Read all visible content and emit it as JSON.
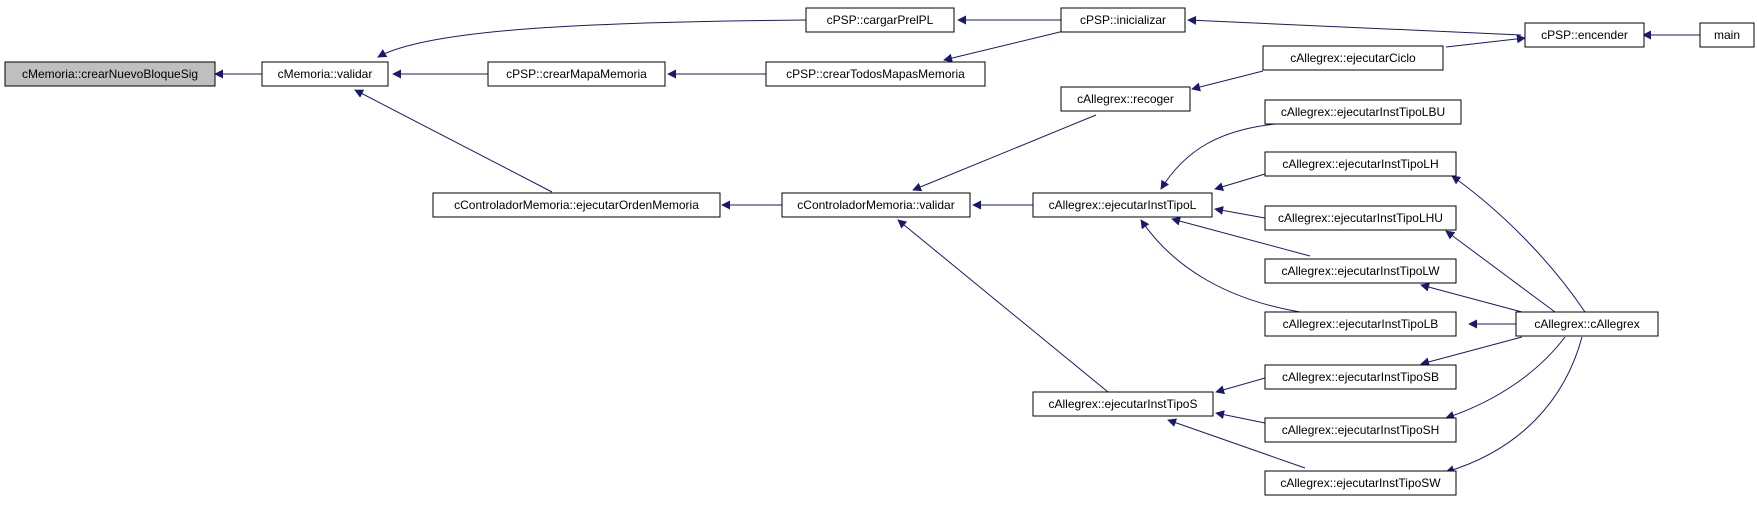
{
  "graph": {
    "arrow_color": "#191970",
    "root_fill": "#bfbfbf",
    "nodes": {
      "crearNuevoBloqueSig": "cMemoria::crearNuevoBloqueSig",
      "memValidar": "cMemoria::validar",
      "cargarPrelPL": "cPSP::cargarPrelPL",
      "inicializar": "cPSP::inicializar",
      "encender": "cPSP::encender",
      "main": "main",
      "crearMapaMemoria": "cPSP::crearMapaMemoria",
      "crearTodosMapasMemoria": "cPSP::crearTodosMapasMemoria",
      "ejecutarCiclo": "cAllegrex::ejecutarCiclo",
      "recoger": "cAllegrex::recoger",
      "ejecutarOrdenMemoria": "cControladorMemoria::ejecutarOrdenMemoria",
      "ctrlValidar": "cControladorMemoria::validar",
      "tipoL": "cAllegrex::ejecutarInstTipoL",
      "tipoS": "cAllegrex::ejecutarInstTipoS",
      "tipoLBU": "cAllegrex::ejecutarInstTipoLBU",
      "tipoLH": "cAllegrex::ejecutarInstTipoLH",
      "tipoLHU": "cAllegrex::ejecutarInstTipoLHU",
      "tipoLW": "cAllegrex::ejecutarInstTipoLW",
      "tipoLB": "cAllegrex::ejecutarInstTipoLB",
      "tipoSB": "cAllegrex::ejecutarInstTipoSB",
      "tipoSH": "cAllegrex::ejecutarInstTipoSH",
      "tipoSW": "cAllegrex::ejecutarInstTipoSW",
      "cAllegrex": "cAllegrex::cAllegrex"
    }
  }
}
